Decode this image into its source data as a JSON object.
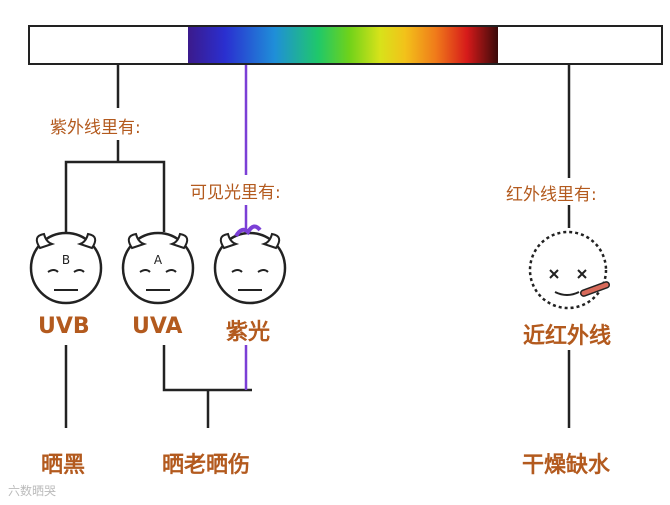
{
  "labels": {
    "uv_heading": "紫外线里有:",
    "visible_heading": "可见光里有:",
    "ir_heading": "红外线里有:",
    "uvb": "UVB",
    "uva": "UVA",
    "violet": "紫光",
    "near_ir": "近红外线",
    "effect_tan": "晒黑",
    "effect_aging": "晒老晒伤",
    "effect_dry": "干燥缺水"
  },
  "face_marks": {
    "uvb": "B",
    "uva": "A"
  },
  "watermark": "六数晒哭",
  "colors": {
    "label": "#b35a1e",
    "line": "#222222",
    "violet_line": "#7b3fd6"
  }
}
